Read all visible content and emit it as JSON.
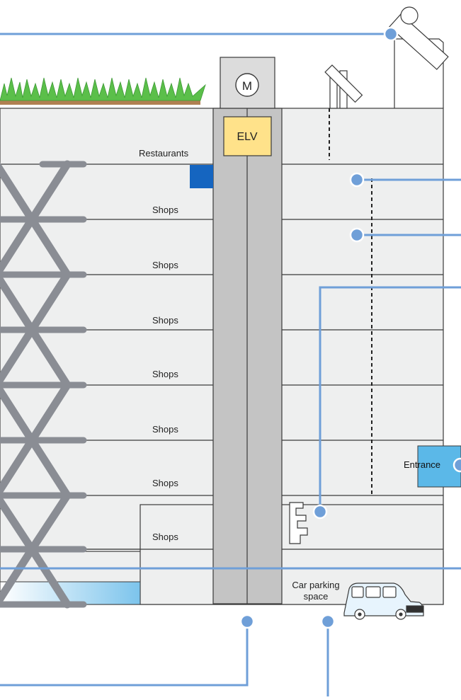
{
  "labels": {
    "restaurants": "Restaurants",
    "shops": [
      "Shops",
      "Shops",
      "Shops",
      "Shops",
      "Shops",
      "Shops",
      "Shops"
    ],
    "elv": "ELV",
    "motor": "M",
    "entrance": "Entrance",
    "car_parking_line1": "Car parking",
    "car_parking_line2": "space"
  },
  "colors": {
    "floor_fill": "#eeefef",
    "floor_line": "#3a3a3a",
    "shaft": "#c4c4c4",
    "brace": "#8a8d94",
    "callout": "#6f9fd8",
    "elv_box": "#ffe28a",
    "entrance_box": "#5bb8e8",
    "dark_blue_marker": "#1565c0",
    "grass": "#5bbf4a",
    "soil": "#b08052"
  },
  "icons": [
    "motor-icon",
    "solar-panel-icon",
    "roof-solar-panel-icon",
    "car-icon",
    "escalator-icon",
    "grass-icon"
  ]
}
